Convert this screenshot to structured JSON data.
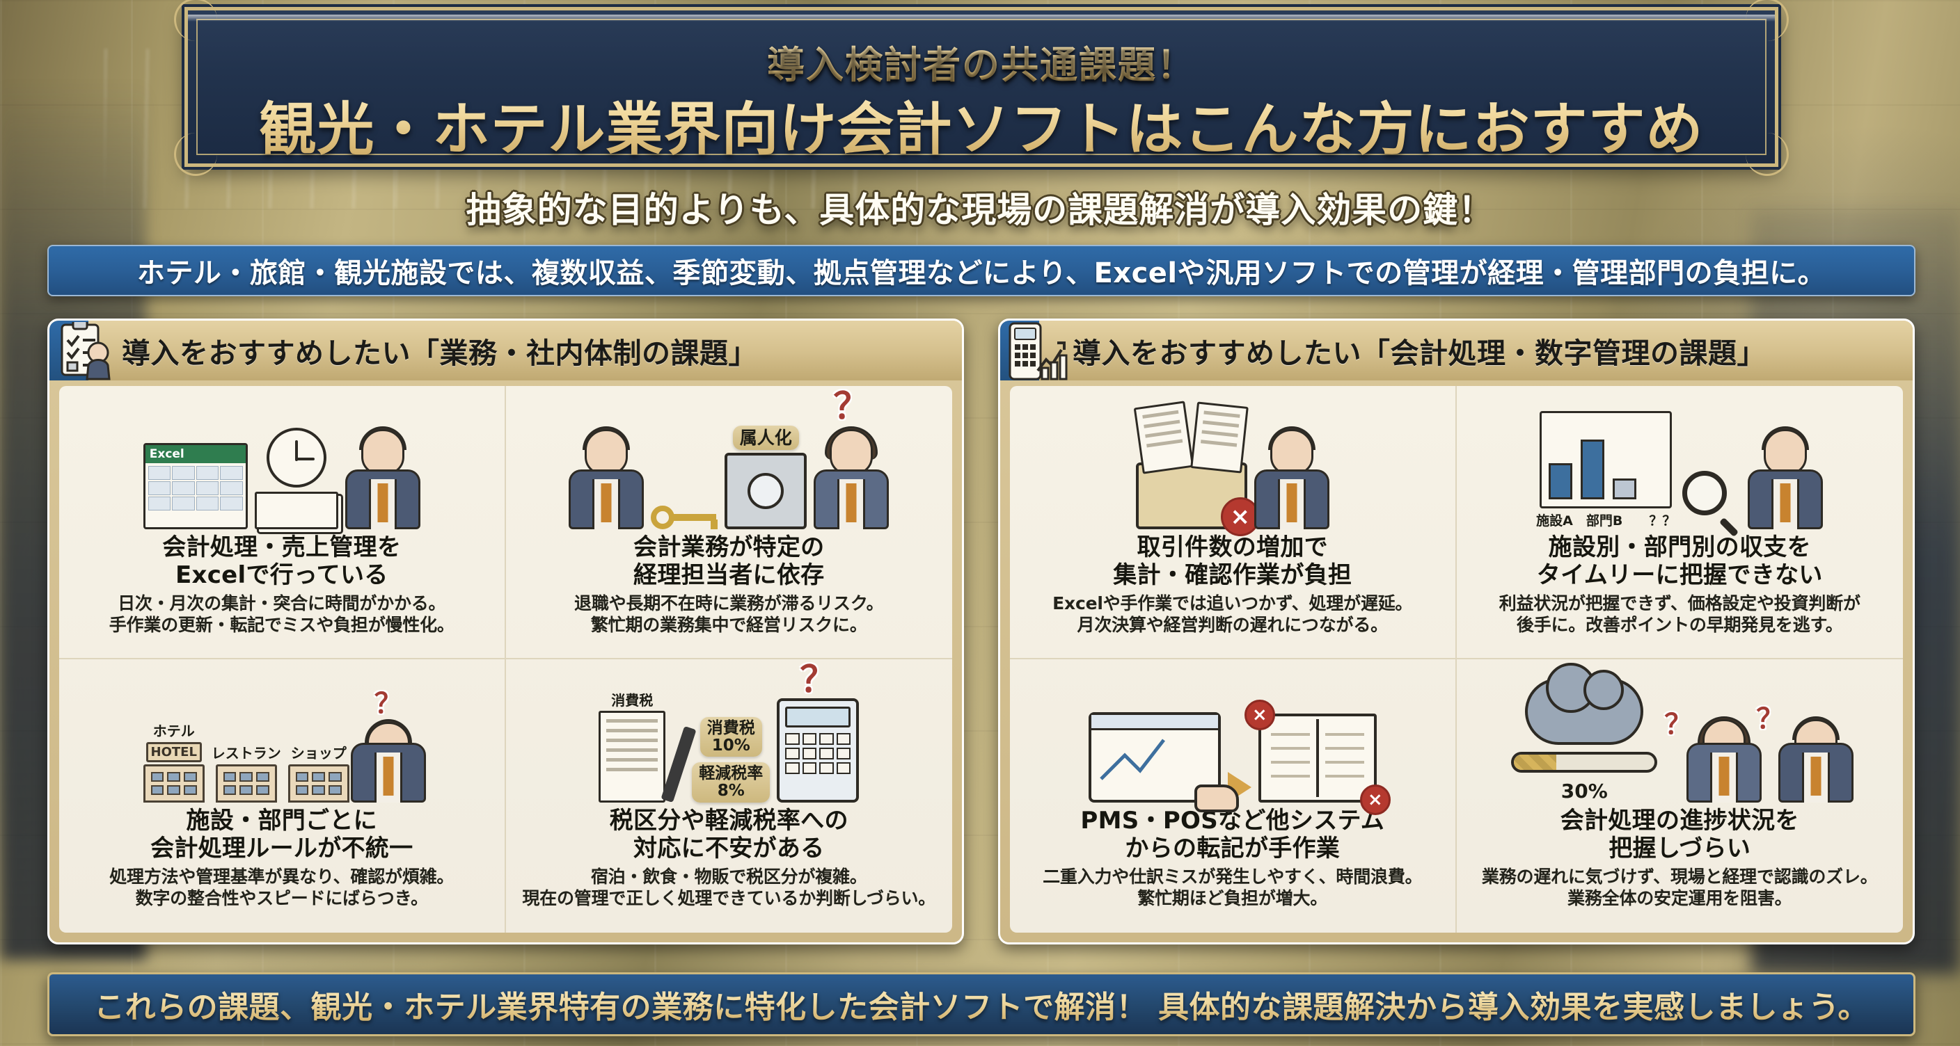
{
  "header": {
    "title_small": "導入検討者の共通課題！",
    "title_big": "観光・ホテル業界向け会計ソフトはこんな方におすすめ",
    "subtitle": "抽象的な目的よりも、具体的な現場の課題解消が導入効果の鍵！",
    "lead": "ホテル・旅館・観光施設では、複数収益、季節変動、拠点管理などにより、Excelや汎用ソフトでの管理が経理・管理部門の負担に。"
  },
  "panels": [
    {
      "icon": "clipboard-person-icon",
      "title": "導入をおすすめしたい「業務・社内体制の課題」",
      "cells": [
        {
          "art": "excel-clock-stressed-person",
          "labels": {
            "excel": "Excel"
          },
          "title": "会計処理・売上管理を\nExcelで行っている",
          "desc": "日次・月次の集計・突合に時間がかかる。\n手作業の更新・転記でミスや負担が慢性化。"
        },
        {
          "art": "person-key-safe-woman",
          "labels": {
            "badge": "属人化",
            "question": "？"
          },
          "title": "会計業務が特定の\n経理担当者に依存",
          "desc": "退職や長期不在時に業務が滞るリスク。\n繁忙期の業務集中で経営リスクに。"
        },
        {
          "art": "hotel-restaurant-shop-person",
          "labels": {
            "hotel": "ホテル",
            "hotel_sign": "HOTEL",
            "restaurant": "レストラン",
            "shop": "ショップ",
            "question": "？"
          },
          "title": "施設・部門ごとに\n会計処理ルールが不統一",
          "desc": "処理方法や管理基準が異なり、確認が煩雑。\n数字の整合性やスピードにばらつき。"
        },
        {
          "art": "tax-form-pen-calculator",
          "labels": {
            "form": "消費税",
            "rate1": "消費税\n10%",
            "rate2": "軽減税率\n8%",
            "question": "？"
          },
          "title": "税区分や軽減税率への\n対応に不安がある",
          "desc": "宿泊・飲食・物販で税区分が複雑。\n現在の管理で正しく処理できているか判断しづらい。"
        }
      ]
    },
    {
      "icon": "calculator-chart-icon",
      "title": "導入をおすすめしたい「会計処理・数字管理の課題」",
      "cells": [
        {
          "art": "documents-error-stressed-person",
          "labels": {
            "error": "×"
          },
          "title": "取引件数の増加で\n集計・確認作業が負担",
          "desc": "Excelや手作業では追いつかず、処理が遅延。\n月次決算や経営判断の遅れにつながる。"
        },
        {
          "art": "barchart-magnifier-person",
          "labels": {
            "axis": "施設A　部門B　　？？"
          },
          "title": "施設別・部門別の収支を\nタイムリーに把握できない",
          "desc": "利益状況が把握できず、価格設定や投資判断が\n後手に。改善ポイントの早期発見を逃す。"
        },
        {
          "art": "screen-hand-arrow-ledger",
          "labels": {
            "error1": "×",
            "error2": "×"
          },
          "title": "PMS・POSなど他システム\nからの転記が手作業",
          "desc": "二重入力や仕訳ミスが発生しやすく、時間浪費。\n繁忙期ほど負担が増大。"
        },
        {
          "art": "cloud-progress-two-people",
          "labels": {
            "progress": "30%",
            "q1": "？",
            "q2": "？"
          },
          "title": "会計処理の進捗状況を\n把握しづらい",
          "desc": "業務の遅れに気づけず、現場と経理で認識のズレ。\n業務全体の安定運用を阻害。"
        }
      ]
    }
  ],
  "footer": {
    "text": "これらの課題、観光・ホテル業界特有の業務に特化した会計ソフトで解消！ 具体的な課題解決から導入効果を実感しましょう。"
  },
  "colors": {
    "navy": "#1f3350",
    "gold": "#cdb87e",
    "blue_bar": "#2a5f97",
    "panel_bg": "#d4bf8c",
    "card_bg": "#f4f0e4"
  }
}
